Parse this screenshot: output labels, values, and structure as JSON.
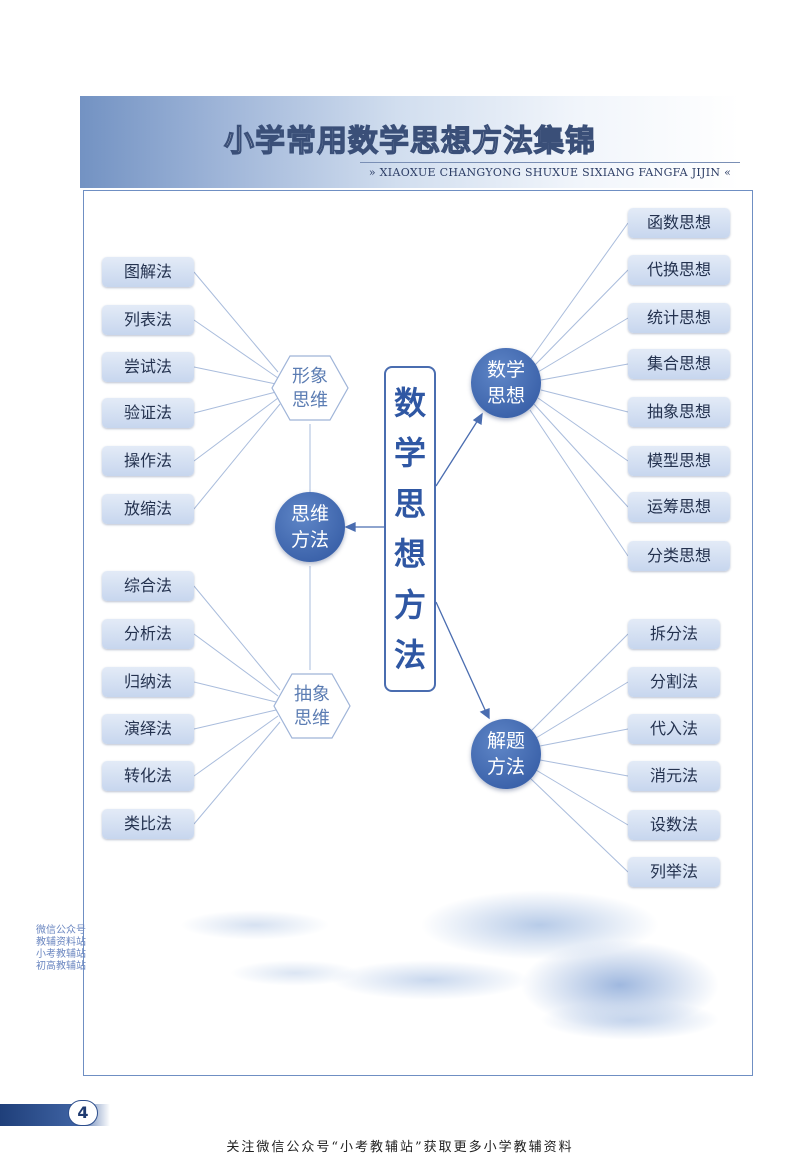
{
  "header": {
    "title": "小学常用数学思想方法集锦",
    "subtitle": "» XIAOXUE CHANGYONG SHUXUE SIXIANG FANGFA JIJIN «"
  },
  "center": {
    "chars": [
      "数",
      "学",
      "思",
      "想",
      "方",
      "法"
    ]
  },
  "hubs": {
    "thinking_method": "思维方法",
    "thinking_method_lines": [
      "思维",
      "方法"
    ],
    "math_thought_lines": [
      "数学",
      "思想"
    ],
    "solving_method_lines": [
      "解题",
      "方法"
    ],
    "image_thinking_lines": [
      "形象",
      "思维"
    ],
    "abstract_thinking_lines": [
      "抽象",
      "思维"
    ]
  },
  "image_thinking_items": [
    "图解法",
    "列表法",
    "尝试法",
    "验证法",
    "操作法",
    "放缩法"
  ],
  "abstract_thinking_items": [
    "综合法",
    "分析法",
    "归纳法",
    "演绎法",
    "转化法",
    "类比法"
  ],
  "math_thought_items": [
    "函数思想",
    "代换思想",
    "统计思想",
    "集合思想",
    "抽象思想",
    "模型思想",
    "运筹思想",
    "分类思想"
  ],
  "solving_method_items": [
    "拆分法",
    "分割法",
    "代入法",
    "消元法",
    "设数法",
    "列举法"
  ],
  "stamp_lines": [
    "微信公众号",
    "教辅资料站",
    "小考教辅站",
    "初高教辅站"
  ],
  "footer": {
    "page_number": "4",
    "note": "关注微信公众号“小考教辅站”获取更多小学教辅资料"
  },
  "colors": {
    "accent": "#2f56a0",
    "pill": "#c7d6ee",
    "line": "#9fb4d8",
    "frame": "#6f8fc3"
  }
}
